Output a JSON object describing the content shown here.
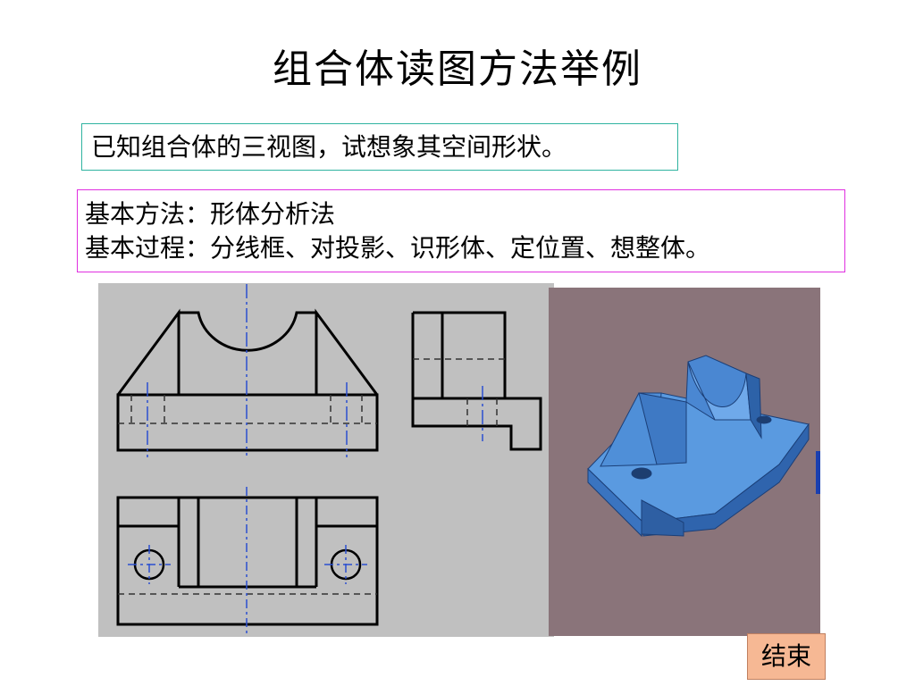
{
  "title": "组合体读图方法举例",
  "given_text": "已知组合体的三视图，试想象其空间形状。",
  "method": {
    "line1": "基本方法：形体分析法",
    "line2": "基本过程：分线框、对投影、识形体、定位置、想整体。"
  },
  "end_button": "结束",
  "colors": {
    "drawing_bg": "#c0c0c0",
    "model_bg": "#8a747a",
    "centerline": "#2a4fd0",
    "model_blue": "#3d7fd0",
    "given_border": "#2fb3a0",
    "method_border": "#e02fe0",
    "end_button_bg": "#f6b894"
  }
}
